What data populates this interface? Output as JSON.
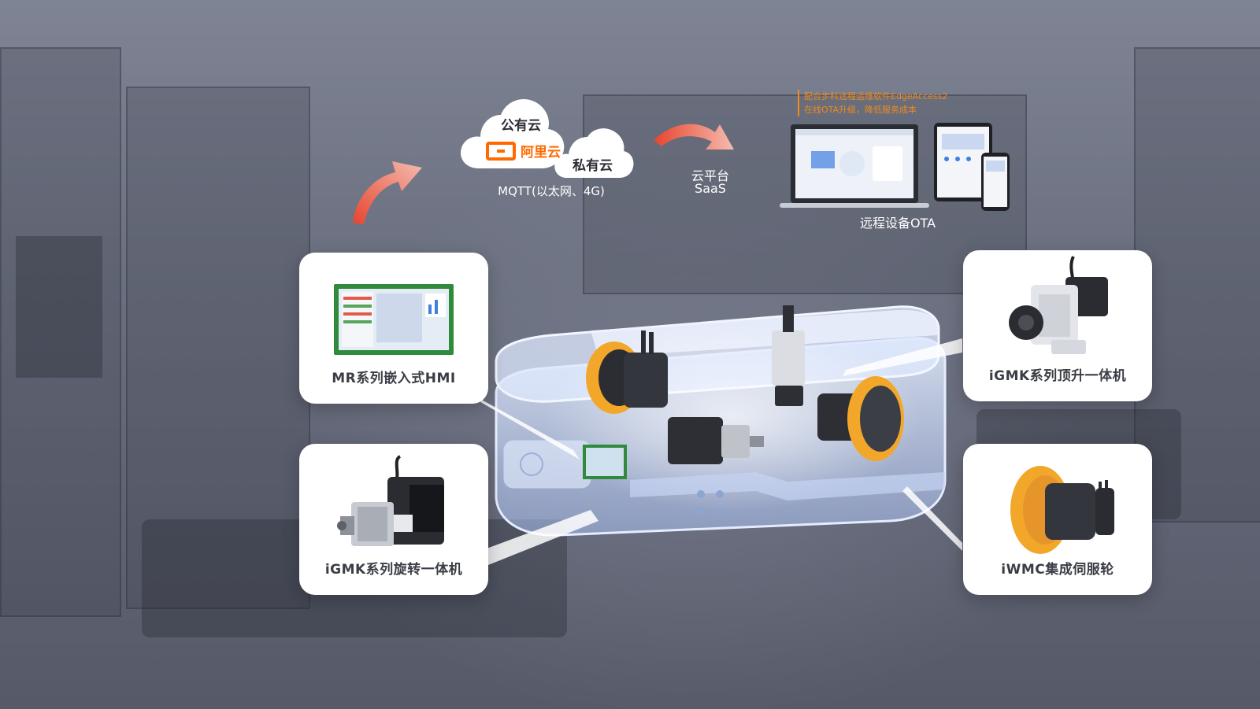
{
  "cloud": {
    "public_label": "公有云",
    "private_label": "私有云",
    "aliyun_label": "阿里云",
    "protocol_label": "MQTT(以太网、4G)"
  },
  "saas": {
    "label_line1": "云平台",
    "label_line2": "SaaS"
  },
  "ota": {
    "note_line1": "配合步科远程运维软件EdgeAccess2",
    "note_line2": "在线OTA升级，降低服务成本",
    "label": "远程设备OTA"
  },
  "products": {
    "hmi": "MR系列嵌入式HMI",
    "rotation": "iGMK系列旋转一体机",
    "lift": "iGMK系列顶升一体机",
    "wheel": "iWMC集成伺服轮"
  },
  "colors": {
    "accent_orange": "#f08a1c",
    "aliyun_orange": "#ff6a00",
    "arrow_red": "#e8442e",
    "wheel_yellow": "#f2a72a"
  }
}
